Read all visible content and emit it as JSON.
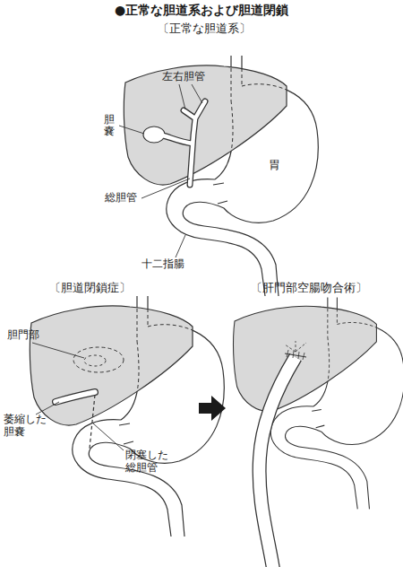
{
  "diagram": {
    "title": "●正常な胆道系および胆道閉鎖",
    "labels": [
      "〔正常な胆道系〕",
      "左右胆管",
      "胆嚢",
      "胃",
      "総胆管",
      "十二指腸",
      "〔胆道閉鎖症〕",
      "〔肝門部空腸吻合術〕",
      "胆門部",
      "萎縮した 胆嚢",
      "閉塞した 総胆管"
    ]
  }
}
